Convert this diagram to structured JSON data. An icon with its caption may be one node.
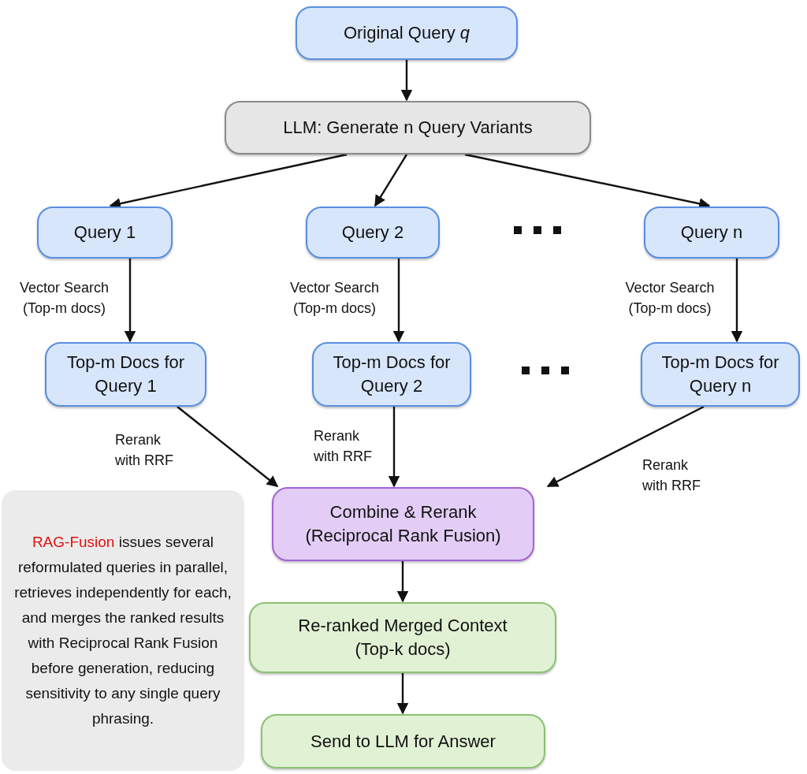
{
  "diagram": {
    "nodes": [
      {
        "text": [
          "Original Query *q*"
        ]
      },
      {
        "text": [
          "LLM: Generate n Query Variants"
        ]
      },
      {
        "text": [
          "Query 1"
        ]
      },
      {
        "text": [
          "Query 2"
        ]
      },
      {
        "text": [
          "Query n"
        ]
      },
      {
        "text": [
          "Top-m Docs for Query 1"
        ]
      },
      {
        "text": [
          "Top-m Docs for Query 2"
        ]
      },
      {
        "text": [
          "Top-m Docs for Query n"
        ]
      },
      {
        "text": [
          "Combine & Rerank",
          "(Reciprocal Rank Fusion)"
        ]
      },
      {
        "text": [
          "Re-ranked Merged Context",
          "(Top-k docs)"
        ]
      },
      {
        "text": [
          "Send to LLM for Answer"
        ]
      },
      {
        "text": [
          "**RAG-Fusion** issues several reformulated queries in parallel, retrieves independently for each, and merges the ranked results with Reciprocal Rank Fusion before generation, reducing sensitivity to any single query phrasing."
        ]
      }
    ],
    "edges": [
      {
        "from": 0,
        "to": 1,
        "arrow": "to"
      },
      {
        "from": 1,
        "to": 2,
        "arrow": "to"
      },
      {
        "from": 1,
        "to": 3,
        "arrow": "to"
      },
      {
        "from": 1,
        "to": 4,
        "arrow": "to"
      },
      {
        "from": 2,
        "to": 5,
        "arrow": "to",
        "label": "Vector Search (Top-m docs)"
      },
      {
        "from": 3,
        "to": 6,
        "arrow": "to",
        "label": "Vector Search (Top-m docs)"
      },
      {
        "from": 4,
        "to": 7,
        "arrow": "to",
        "label": "Vector Search (Top-m docs)"
      },
      {
        "from": 5,
        "to": 8,
        "arrow": "to",
        "label": "Rerank with RRF"
      },
      {
        "from": 6,
        "to": 8,
        "arrow": "to",
        "label": "Rerank with RRF"
      },
      {
        "from": 7,
        "to": 8,
        "arrow": "to",
        "label": "Rerank with RRF"
      },
      {
        "from": 8,
        "to": 9,
        "arrow": "to"
      },
      {
        "from": 9,
        "to": 10,
        "arrow": "to"
      }
    ]
  }
}
